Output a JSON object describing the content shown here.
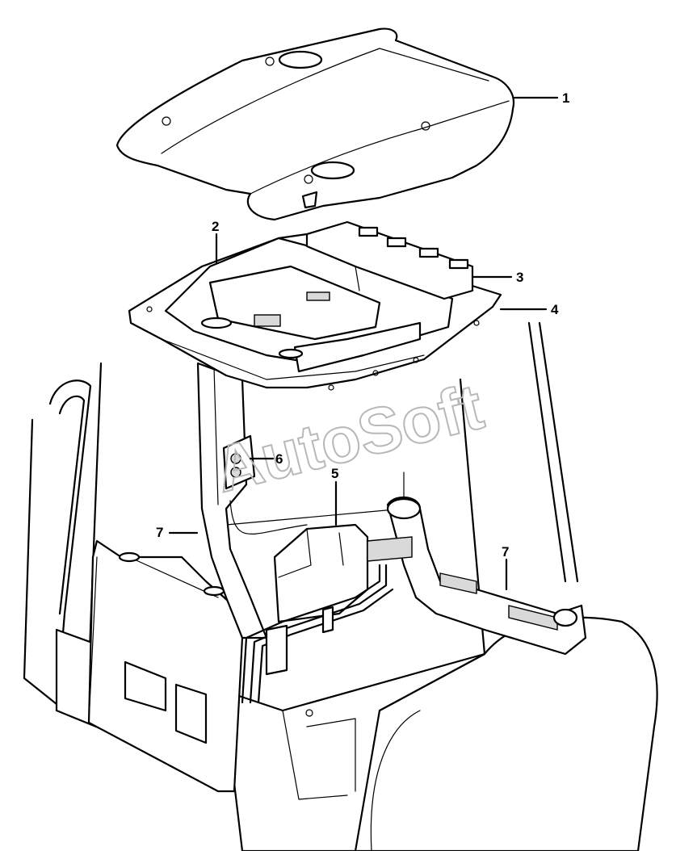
{
  "watermark": "AutoSoft",
  "callouts": {
    "c1": "1",
    "c2": "2",
    "c3": "3",
    "c4": "4",
    "c5": "5",
    "c6": "6",
    "c7a": "7",
    "c7b": "7"
  },
  "colors": {
    "line": "#000000",
    "background": "#ffffff",
    "watermark": "#b8b8b8",
    "shade": "#d9d9d9"
  }
}
